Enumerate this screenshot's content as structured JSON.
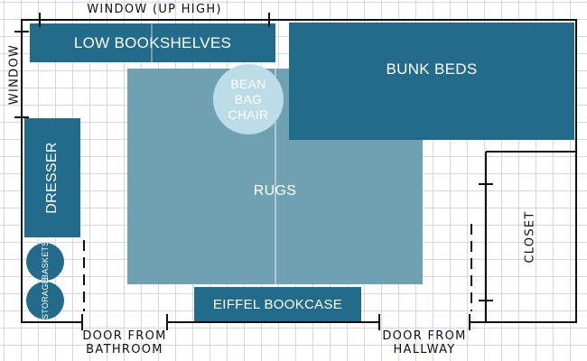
{
  "floor_plan": {
    "top_window": "WINDOW (UP HIGH)",
    "side_window": "WINDOW",
    "low_bookshelves": "LOW BOOKSHELVES",
    "bunk_beds": "BUNK BEDS",
    "bean_bag_chair": [
      "BEAN",
      "BAG",
      "CHAIR"
    ],
    "rugs": "RUGS",
    "dresser": "DRESSER",
    "storage_baskets": [
      "STORAGE",
      "BASKETS"
    ],
    "eiffel_bookcase": "EIFFEL BOOKCASE",
    "closet": "CLOSET",
    "door_bathroom": [
      "DOOR FROM",
      "BATHROOM"
    ],
    "door_hallway": [
      "DOOR FROM",
      "HALLWAY"
    ],
    "colors": {
      "furniture": "#226b8a",
      "rug": "#6fa1b3",
      "bean_bag": "#bcdde8",
      "walls": "#111111",
      "grid": "#d4d4ec"
    }
  }
}
